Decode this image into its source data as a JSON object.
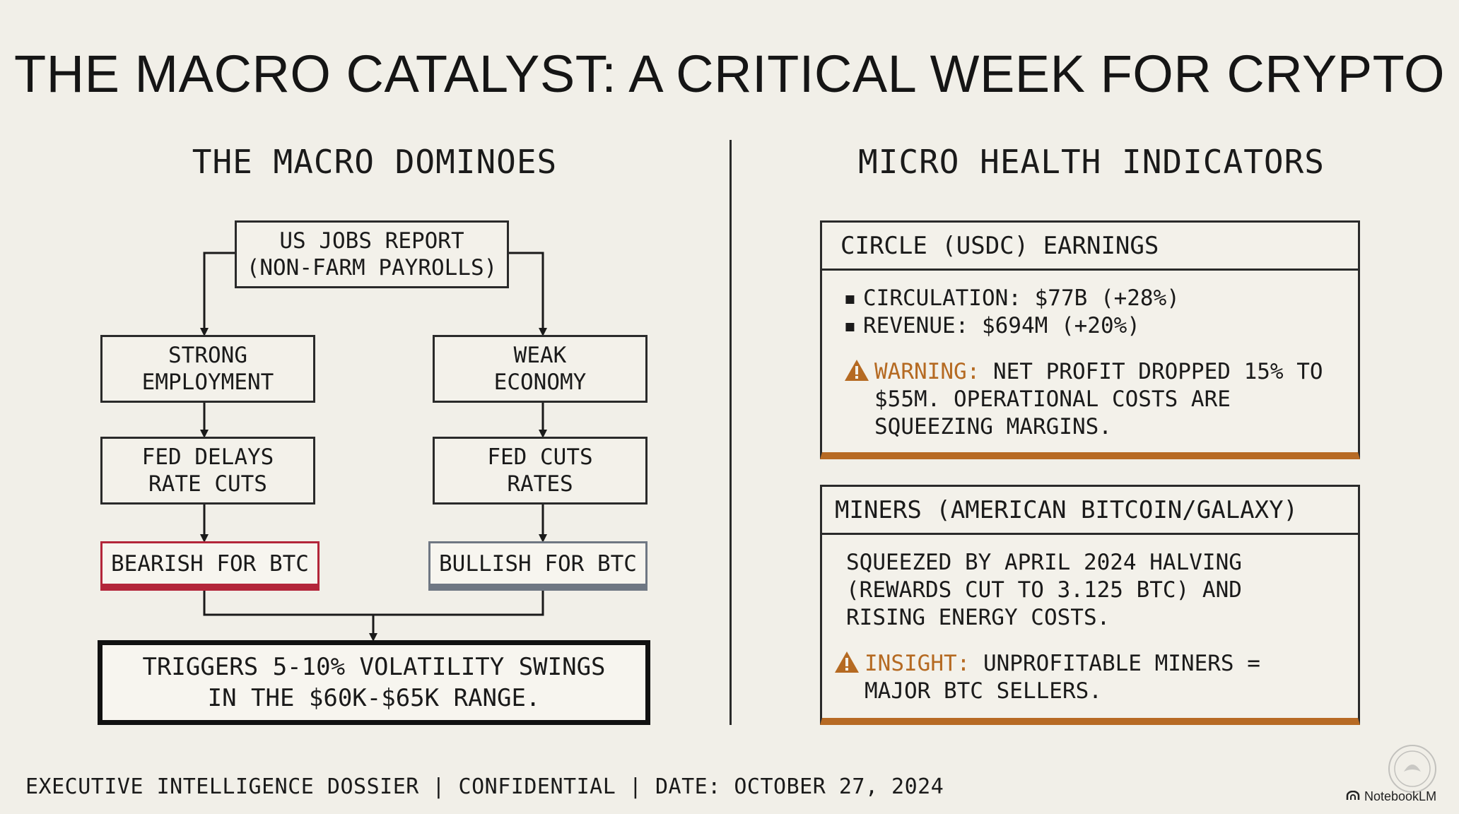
{
  "title": "THE MACRO CATALYST: A CRITICAL WEEK FOR CRYPTO",
  "left": {
    "heading": "THE MACRO DOMINOES",
    "top_node": "US JOBS REPORT\n(NON-FARM PAYROLLS)",
    "branch_left": {
      "step1": "STRONG\nEMPLOYMENT",
      "step2": "FED DELAYS\nRATE CUTS",
      "outcome": "BEARISH FOR BTC"
    },
    "branch_right": {
      "step1": "WEAK\nECONOMY",
      "step2": "FED CUTS\nRATES",
      "outcome": "BULLISH FOR BTC"
    },
    "result": "TRIGGERS 5-10% VOLATILITY SWINGS\nIN THE $60K-$65K RANGE."
  },
  "right": {
    "heading": "MICRO HEALTH INDICATORS",
    "circle": {
      "header": "CIRCLE (USDC) EARNINGS",
      "bullets": [
        "CIRCULATION: $77B (+28%)",
        "REVENUE: $694M (+20%)"
      ],
      "alert_label": "WARNING:",
      "alert_text": " NET PROFIT DROPPED 15% TO $55M. OPERATIONAL COSTS ARE SQUEEZING MARGINS."
    },
    "miners": {
      "header": "MINERS (AMERICAN BITCOIN/GALAXY)",
      "body": "SQUEEZED BY APRIL 2024 HALVING (REWARDS CUT TO 3.125 BTC) AND RISING ENERGY COSTS.",
      "alert_label": "INSIGHT:",
      "alert_text": " UNPROFITABLE MINERS = MAJOR BTC SELLERS."
    }
  },
  "footer": "EXECUTIVE INTELLIGENCE DOSSIER | CONFIDENTIAL | DATE: OCTOBER 27, 2024",
  "brand": "NotebookLM",
  "colors": {
    "background": "#f1efe8",
    "bearish": "#b3263a",
    "bullish": "#6f7783",
    "accent": "#b76a24"
  },
  "icons": [
    "warning-icon",
    "notebooklm-logo-icon",
    "seal-icon"
  ]
}
